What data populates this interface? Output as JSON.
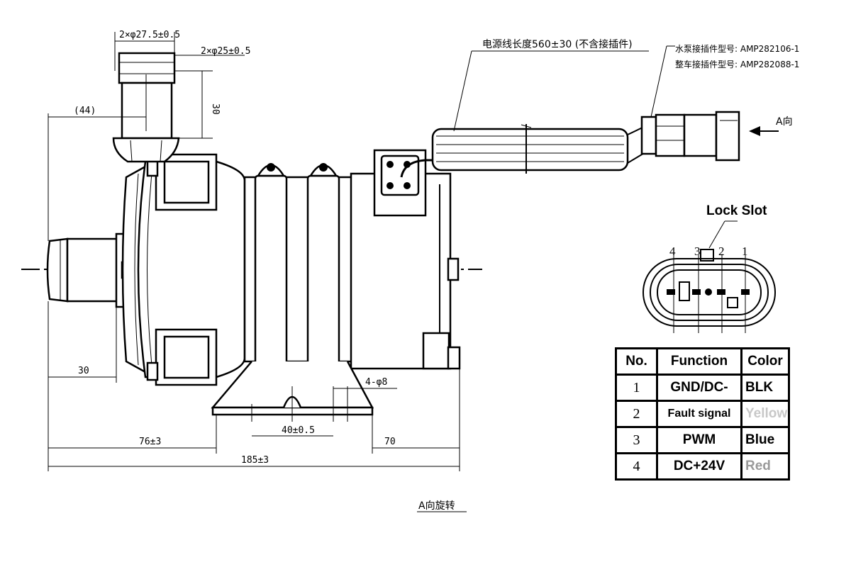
{
  "dimensions": {
    "outlet_dia": "2×φ27.5±0.5",
    "inlet_dia": "2×φ25±0.5",
    "outlet_height": "30",
    "outlet_offset": "(44)",
    "inlet_length": "30",
    "foot_holes": "4-φ8",
    "foot_spacing": "40±0.5",
    "bracket_offset": "76±3",
    "bracket_tail": "70",
    "overall_length": "185±3"
  },
  "annotations": {
    "cable_length": "电源线长度560±30 (不含接插件)",
    "pump_connector": "水泵接插件型号: AMP282106-1",
    "vehicle_connector": "整车接插件型号: AMP282088-1",
    "view_arrow": "A向",
    "rotation_note": "A向旋转"
  },
  "connector": {
    "lock_slot_label": "Lock Slot",
    "pin_numbers": [
      "4",
      "3",
      "2",
      "1"
    ]
  },
  "pin_table": {
    "headers": [
      "No.",
      "Function",
      "Color"
    ],
    "rows": [
      {
        "no": "1",
        "function": "GND/DC-",
        "color": "BLK",
        "color_hex": "#000000"
      },
      {
        "no": "2",
        "function": "Fault signal",
        "color": "Yellow",
        "color_hex": "#c8c8c8"
      },
      {
        "no": "3",
        "function": "PWM",
        "color": "Blue",
        "color_hex": "#000000"
      },
      {
        "no": "4",
        "function": "DC+24V",
        "color": "Red",
        "color_hex": "#9a9a9a"
      }
    ]
  }
}
